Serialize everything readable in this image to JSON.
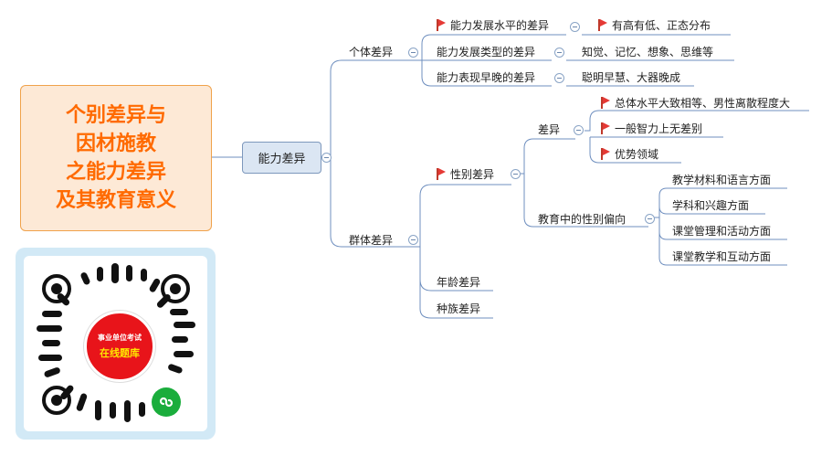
{
  "root": {
    "title": "个别差异与\n因材施教\n之能力差异\n及其教育意义"
  },
  "main_branch": {
    "label": "能力差异"
  },
  "individual": {
    "label": "个体差异",
    "items": [
      {
        "label": "能力发展水平的差异",
        "flag": true,
        "detail": "有高有低、正态分布",
        "detail_flag": true
      },
      {
        "label": "能力发展类型的差异",
        "flag": false,
        "detail": "知觉、记忆、想象、思维等",
        "detail_flag": false
      },
      {
        "label": "能力表现早晚的差异",
        "flag": false,
        "detail": "聪明早慧、大器晚成",
        "detail_flag": false
      }
    ]
  },
  "group": {
    "label": "群体差异",
    "gender": {
      "label": "性别差异",
      "flag": true,
      "difference": {
        "label": "差异",
        "items": [
          {
            "label": "总体水平大致相等、男性离散程度大",
            "flag": true
          },
          {
            "label": "一般智力上无差别",
            "flag": true
          },
          {
            "label": "优势领域",
            "flag": true
          }
        ]
      },
      "bias": {
        "label": "教育中的性别偏向",
        "items": [
          "教学材料和语言方面",
          "学科和兴趣方面",
          "课堂管理和活动方面",
          "课堂教学和互动方面"
        ]
      }
    },
    "age": {
      "label": "年龄差异"
    },
    "ethnic": {
      "label": "种族差异"
    }
  },
  "qr": {
    "line1": "事业单位考试",
    "line2": "在线题库"
  },
  "colors": {
    "branch_line": "#6f8fbf",
    "root_text": "#ff6a00",
    "flag": "#e53935",
    "qr_red": "#e8141a",
    "qr_yellow": "#ffe500",
    "wechat_green": "#1aad3c"
  }
}
